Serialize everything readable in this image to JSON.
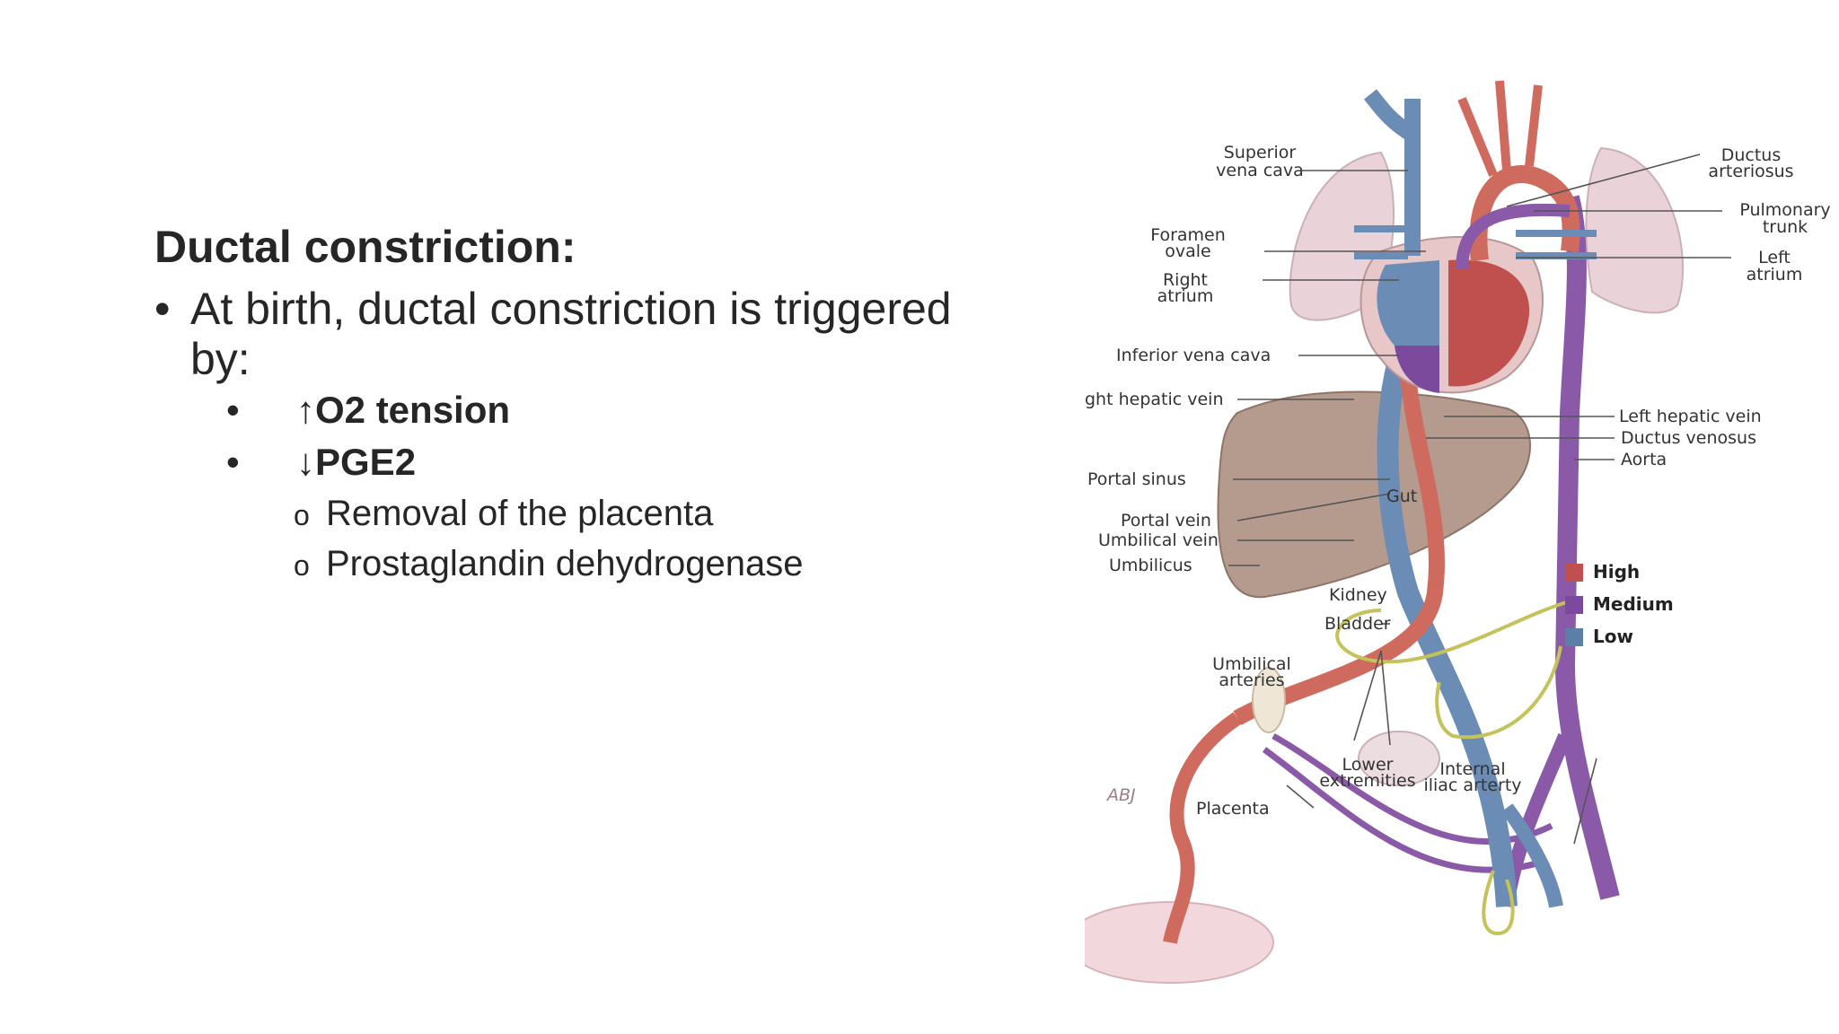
{
  "slide": {
    "heading": "Ductal constriction:",
    "bullet": "At birth, ductal constriction is triggered by:",
    "bullet_marker": "•",
    "sub_items": [
      {
        "marker": "•",
        "text": "↑O2 tension"
      },
      {
        "marker": "•",
        "text": "↓PGE2"
      }
    ],
    "subsub_items": [
      {
        "marker": "o",
        "text": "Removal of the placenta"
      },
      {
        "marker": "o",
        "text": "Prostaglandin dehydrogenase"
      }
    ]
  },
  "diagram": {
    "labels": {
      "superior_vena_cava_1": "Superior",
      "superior_vena_cava_2": "vena cava",
      "ductus_arteriosus_1": "Ductus",
      "ductus_arteriosus_2": "arteriosus",
      "pulmonary_trunk_1": "Pulmonary",
      "pulmonary_trunk_2": "trunk",
      "foramen_ovale_1": "Foramen",
      "foramen_ovale_2": "ovale",
      "left_atrium_1": "Left",
      "left_atrium_2": "atrium",
      "right_atrium_1": "Right",
      "right_atrium_2": "atrium",
      "inferior_vena_cava": "Inferior vena cava",
      "right_hepatic_vein": "ght hepatic vein",
      "left_hepatic_vein": "Left hepatic vein",
      "ductus_venosus": "Ductus venosus",
      "aorta": "Aorta",
      "portal_sinus": "Portal sinus",
      "gut": "Gut",
      "portal_vein": "Portal vein",
      "umbilical_vein": "Umbilical vein",
      "umbilicus": "Umbilicus",
      "kidney": "Kidney",
      "bladder": "Bladder",
      "umbilical_arteries_1": "Umbilical",
      "umbilical_arteries_2": "arteries",
      "lower_extremities_1": "Lower",
      "lower_extremities_2": "extremities",
      "internal_iliac_1": "Internal",
      "internal_iliac_2": "iliac arterty",
      "placenta": "Placenta",
      "signature": "ABJ"
    },
    "legend": [
      {
        "label": "High",
        "color": "#c0504d"
      },
      {
        "label": "Medium",
        "color": "#7b4a9c"
      },
      {
        "label": "Low",
        "color": "#5b7fa6"
      }
    ]
  }
}
